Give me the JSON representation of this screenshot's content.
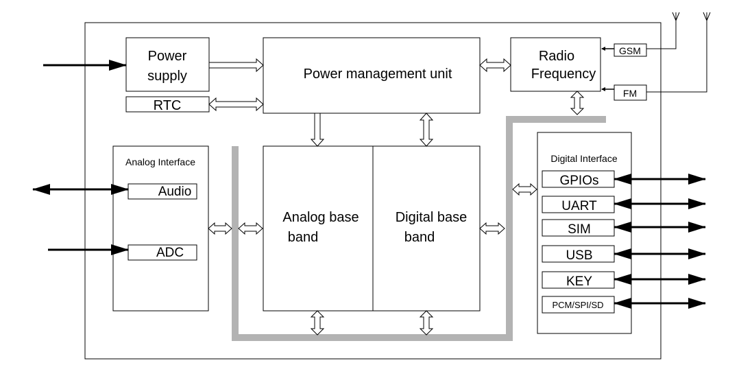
{
  "blocks": {
    "power_supply": [
      "Power",
      "supply"
    ],
    "rtc": "RTC",
    "pmu": "Power management unit",
    "radio": [
      "Radio",
      "Frequency"
    ],
    "gsm": "GSM",
    "fm": "FM",
    "analog_interface_title": "Analog Interface",
    "audio": "Audio",
    "adc": "ADC",
    "analog_baseband": [
      "Analog base",
      "band"
    ],
    "digital_baseband": [
      "Digital base",
      "band"
    ],
    "digital_interface_title": "Digital Interface",
    "digital_ports": [
      "GPIOs",
      "UART",
      "SIM",
      "USB",
      "KEY",
      "PCM/SPI/SD"
    ]
  },
  "colors": {
    "bus": "#b3b3b3",
    "line": "#000000"
  }
}
